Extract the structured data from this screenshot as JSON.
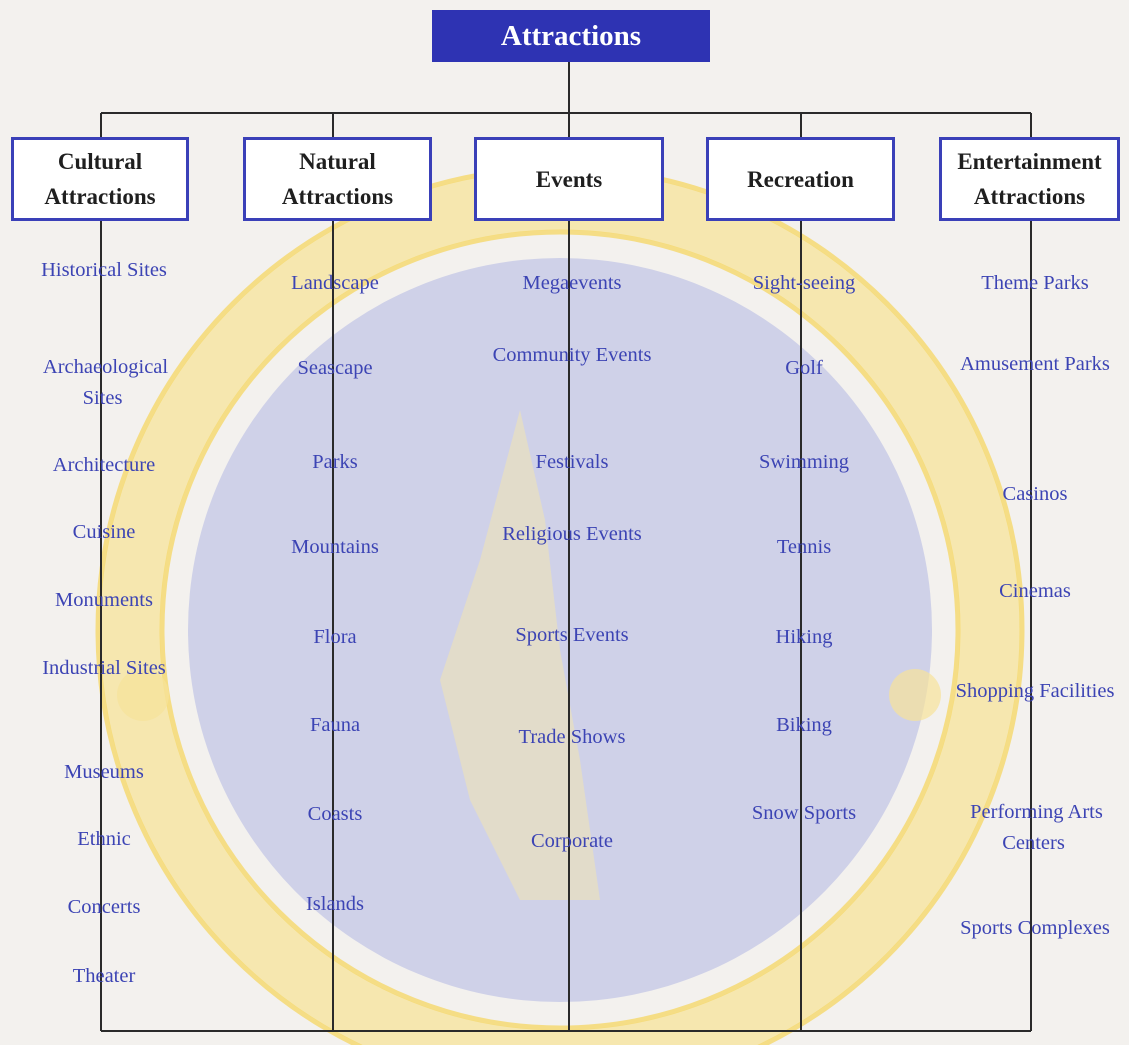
{
  "diagram": {
    "root": {
      "label": "Attractions"
    },
    "categories": [
      {
        "label": "Cultural Attractions",
        "items": [
          "Historical Sites",
          "Archaeological Sites",
          "Architecture",
          "Cuisine",
          "Monuments",
          "Industrial Sites",
          "Museums",
          "Ethnic",
          "Concerts",
          "Theater"
        ]
      },
      {
        "label": "Natural Attractions",
        "items": [
          "Landscape",
          "Seascape",
          "Parks",
          "Mountains",
          "Flora",
          "Fauna",
          "Coasts",
          "Islands"
        ]
      },
      {
        "label": "Events",
        "items": [
          "Megaevents",
          "Community Events",
          "Festivals",
          "Religious Events",
          "Sports Events",
          "Trade Shows",
          "Corporate"
        ]
      },
      {
        "label": "Recreation",
        "items": [
          "Sight-seeing",
          "Golf",
          "Swimming",
          "Tennis",
          "Hiking",
          "Biking",
          "Snow Sports"
        ]
      },
      {
        "label": "Entertainment Attractions",
        "items": [
          "Theme Parks",
          "Amusement Parks",
          "Casinos",
          "Cinemas",
          "Shopping Facilities",
          "Performing Arts Centers",
          "Sports Complexes"
        ]
      }
    ]
  },
  "colors": {
    "root_fill": "#2e33b3",
    "box_border": "#3a40b8",
    "item_text": "#3c44b4",
    "line": "#2a2a2a",
    "watermark_ring": "#f6dc7c",
    "watermark_fill": "#cdcfe6"
  }
}
